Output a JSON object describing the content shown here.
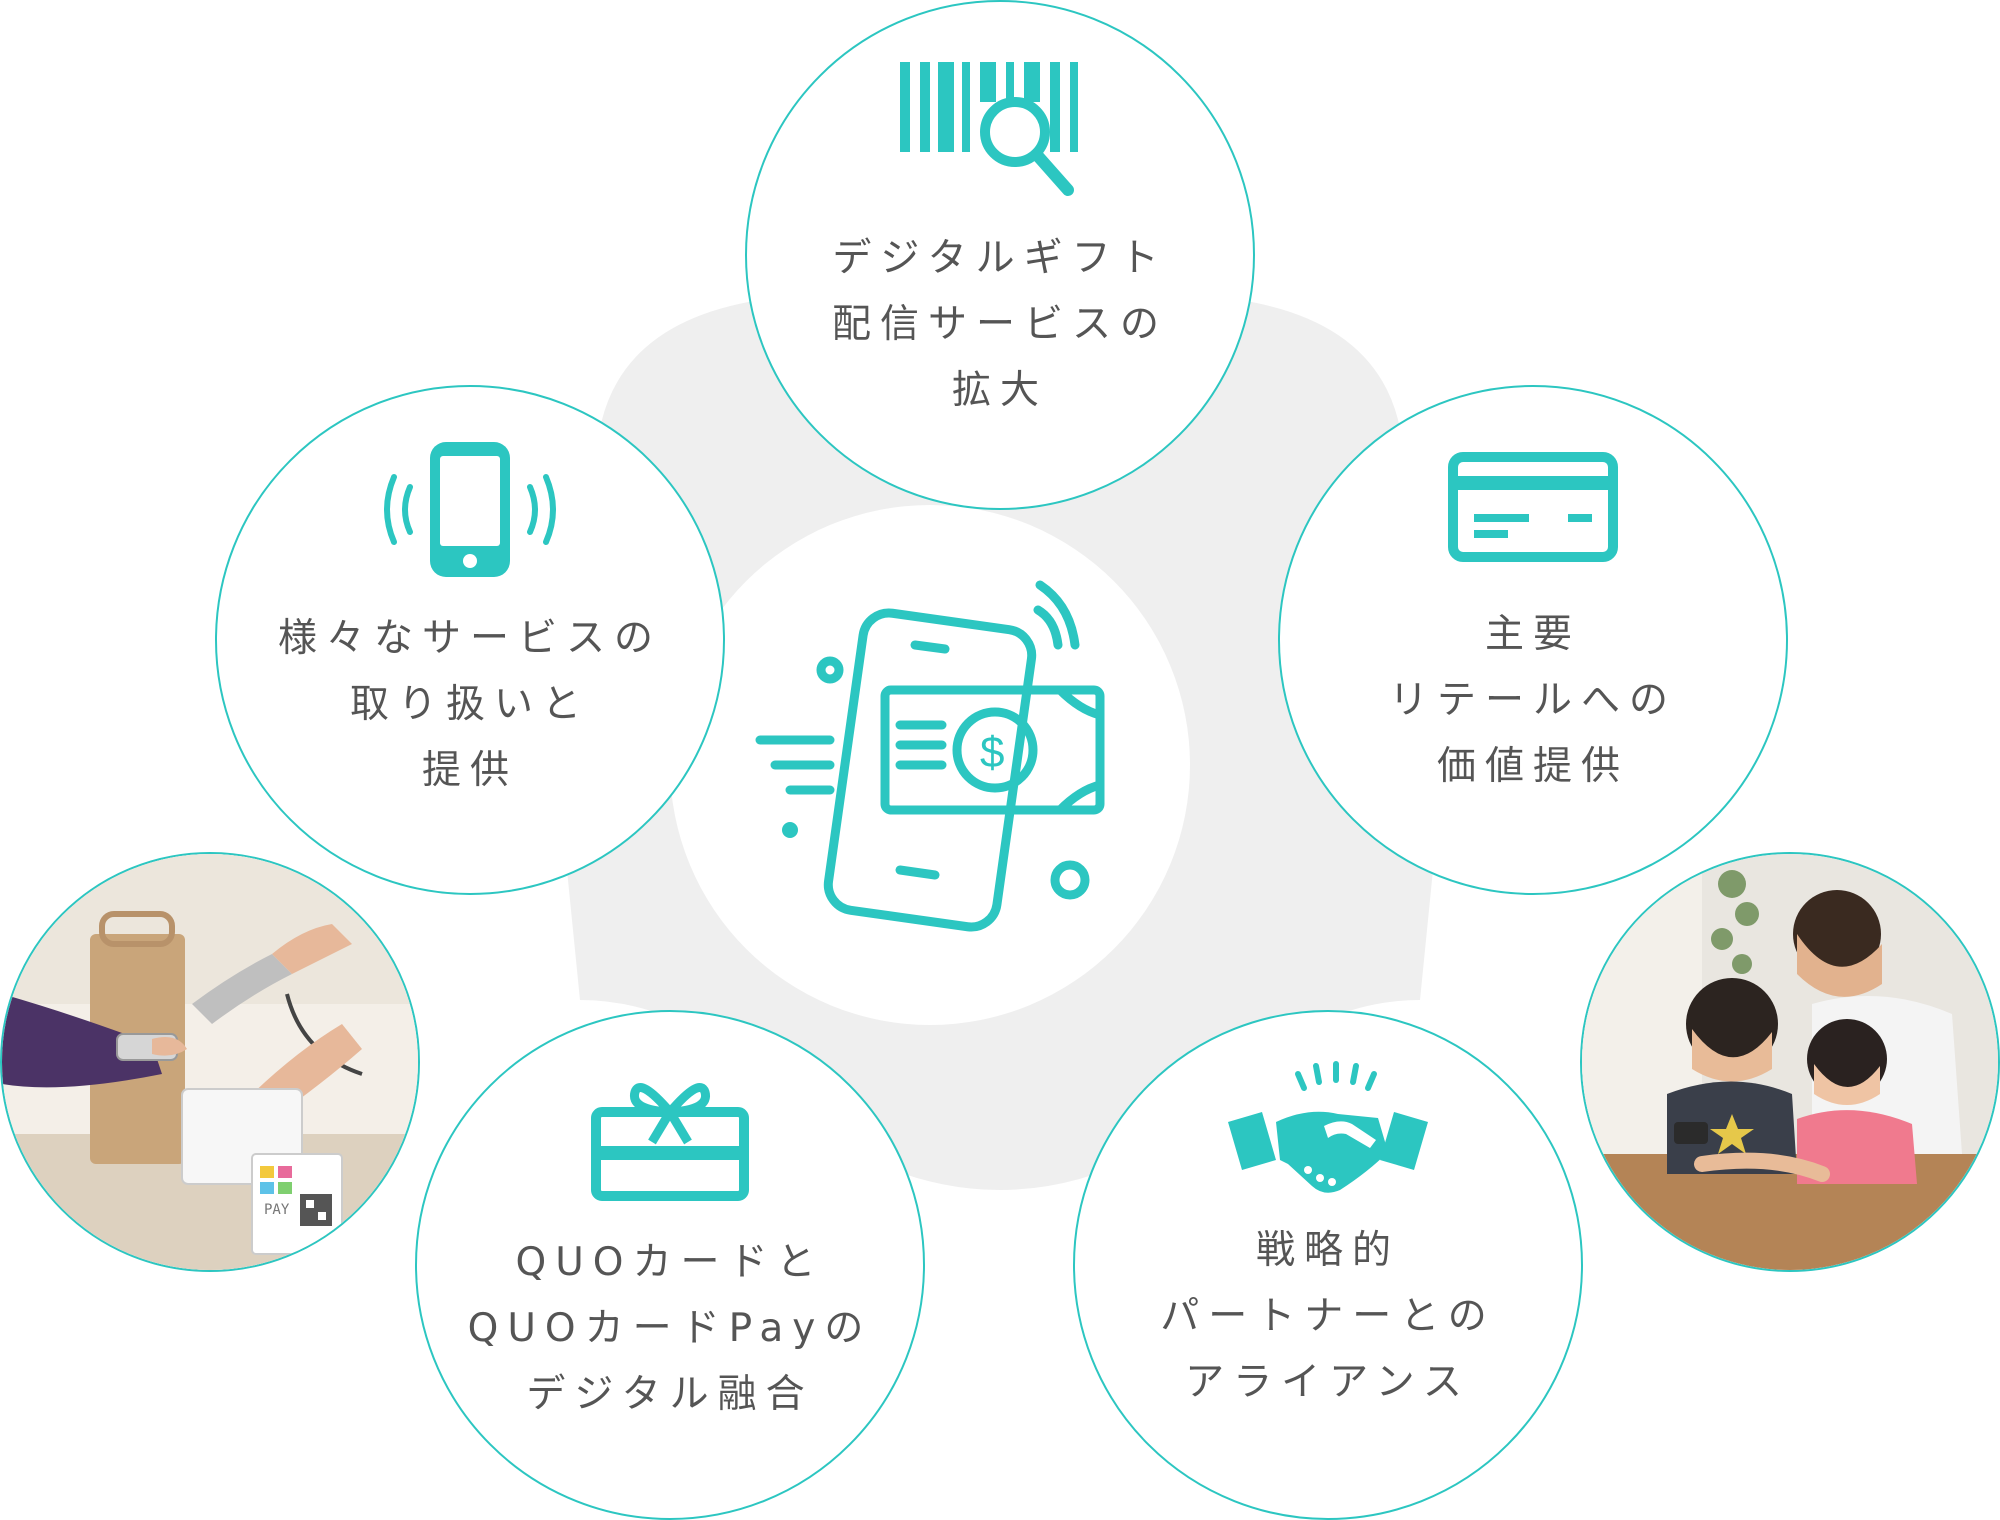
{
  "colors": {
    "accent": "#2cc6c1",
    "text": "#555555",
    "hub_background": "#efefef"
  },
  "center": {
    "icon": "mobile-payment-icon"
  },
  "nodes": [
    {
      "id": "digital-gift",
      "icon": "barcode-search-icon",
      "label": "デジタルギフト\n配信サービスの\n拡大"
    },
    {
      "id": "services",
      "icon": "smartphone-vibrate-icon",
      "label": "様々なサービスの\n取り扱いと\n提供"
    },
    {
      "id": "retail",
      "icon": "credit-card-icon",
      "label": "主要\nリテールへの\n価値提供"
    },
    {
      "id": "quo",
      "icon": "gift-card-icon",
      "label": "QUOカードと\nQUOカードPayの\nデジタル融合"
    },
    {
      "id": "alliance",
      "icon": "handshake-icon",
      "label": "戦略的\nパートナーとの\nアライアンス"
    }
  ],
  "photos": [
    {
      "id": "checkout-photo",
      "icon": "payment-scan-photo",
      "sign_text": "PAY"
    },
    {
      "id": "family-photo",
      "icon": "family-smartphone-photo"
    }
  ]
}
